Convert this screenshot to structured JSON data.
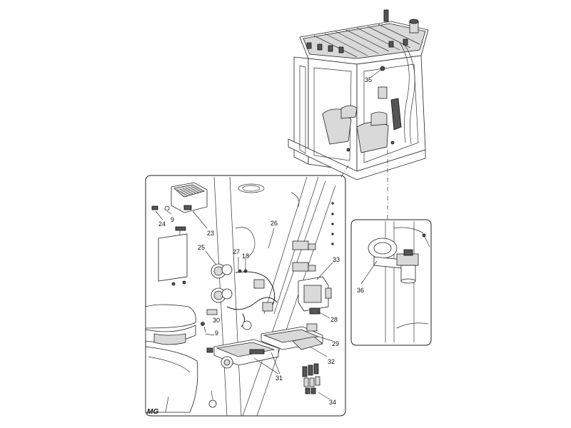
{
  "diagram": {
    "callouts": [
      {
        "id": "35",
        "text": "35"
      },
      {
        "id": "24",
        "text": "24"
      },
      {
        "id": "9a",
        "text": "9"
      },
      {
        "id": "23",
        "text": "23"
      },
      {
        "id": "26",
        "text": "26"
      },
      {
        "id": "25",
        "text": "25"
      },
      {
        "id": "27",
        "text": "27"
      },
      {
        "id": "18",
        "text": "18"
      },
      {
        "id": "33",
        "text": "33"
      },
      {
        "id": "28",
        "text": "28"
      },
      {
        "id": "30",
        "text": "30"
      },
      {
        "id": "9b",
        "text": "9"
      },
      {
        "id": "29",
        "text": "29"
      },
      {
        "id": "32",
        "text": "32"
      },
      {
        "id": "31",
        "text": "31"
      },
      {
        "id": "34",
        "text": "34"
      },
      {
        "id": "36",
        "text": "36"
      }
    ],
    "brand_mark": "MG"
  }
}
